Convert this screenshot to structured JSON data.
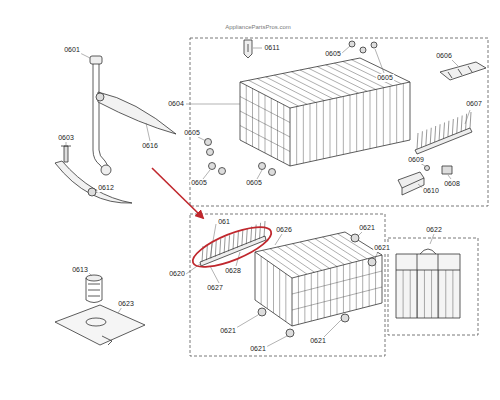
{
  "diagram": {
    "labels": [
      "AppliancePartsPros.com",
      "0601",
      "0611",
      "0605",
      "0605",
      "0606",
      "0604",
      "0607",
      "0605",
      "0616",
      "0603",
      "0609",
      "0605",
      "0605",
      "0608",
      "0612",
      "0610",
      "061",
      "0626",
      "0621",
      "0621",
      "0622",
      "0613",
      "0628",
      "0620",
      "0627",
      "0623",
      "0621",
      "0621",
      "0621"
    ]
  }
}
